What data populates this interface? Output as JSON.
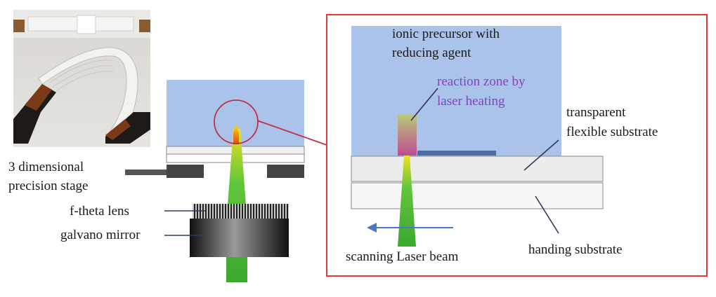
{
  "labels": {
    "stage_line1": "3 dimensional",
    "stage_line2": "precision stage",
    "ftheta": "f-theta lens",
    "galvano": "galvano mirror",
    "precursor_line1": "ionic precursor with",
    "precursor_line2": "reducing agent",
    "reaction_line1": "reaction zone by",
    "reaction_line2": "laser heating",
    "transparent_line1": "transparent",
    "transparent_line2": "flexible substrate",
    "handing": "handing substrate",
    "scanning": "scanning Laser beam"
  },
  "colors": {
    "liquid": "#a9c3ea",
    "inset_frame": "#e03a3a",
    "callout_circle": "#c0304a",
    "beam_green": "#4cc23a",
    "arrow_blue": "#4a78c8",
    "reaction_text": "#8a3fc0"
  },
  "icons": {
    "photo": "flexible-circuit-photo",
    "scan_arrow": "left-arrow-icon"
  }
}
